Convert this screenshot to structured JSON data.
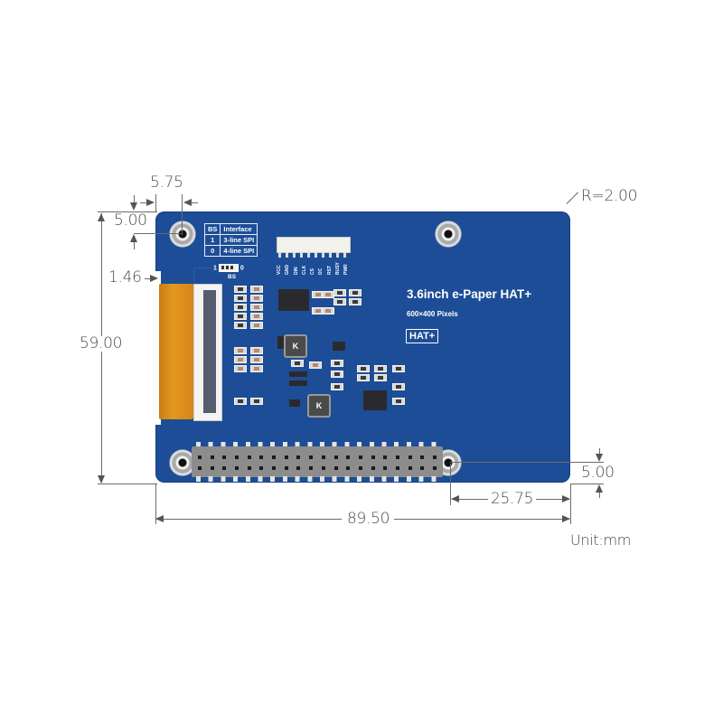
{
  "diagram": {
    "type": "mechanical-dimension-drawing",
    "unit_label": "Unit:mm",
    "board": {
      "title": "3.6inch e-Paper HAT+",
      "resolution": "600×400 Pixels",
      "badge": "HAT+",
      "color": "#1d4d96",
      "bs_table": {
        "headers": [
          "BS",
          "Interface"
        ],
        "rows": [
          [
            "1",
            "3-line SPI"
          ],
          [
            "0",
            "4-line SPI"
          ]
        ]
      },
      "bs_switch": {
        "left_label": "1",
        "right_label": "0",
        "caption": "BS"
      },
      "pin_labels": [
        "VCC",
        "GND",
        "DIN",
        "CLK",
        "CS",
        "DC",
        "RST",
        "BUSY",
        "PWR"
      ],
      "inductor_labels": [
        "K",
        "K"
      ],
      "gpio_header": {
        "columns": 20,
        "rows": 2
      }
    },
    "dimensions": {
      "hole_x_offset": "5.75",
      "hole_y_offset": "5.00",
      "fpc_offset": "1.46",
      "height": "59.00",
      "corner_radius": "R=2.00",
      "bottom_hole_y_offset": "5.00",
      "bottom_hole_x_offset": "25.75",
      "width": "89.50"
    }
  }
}
